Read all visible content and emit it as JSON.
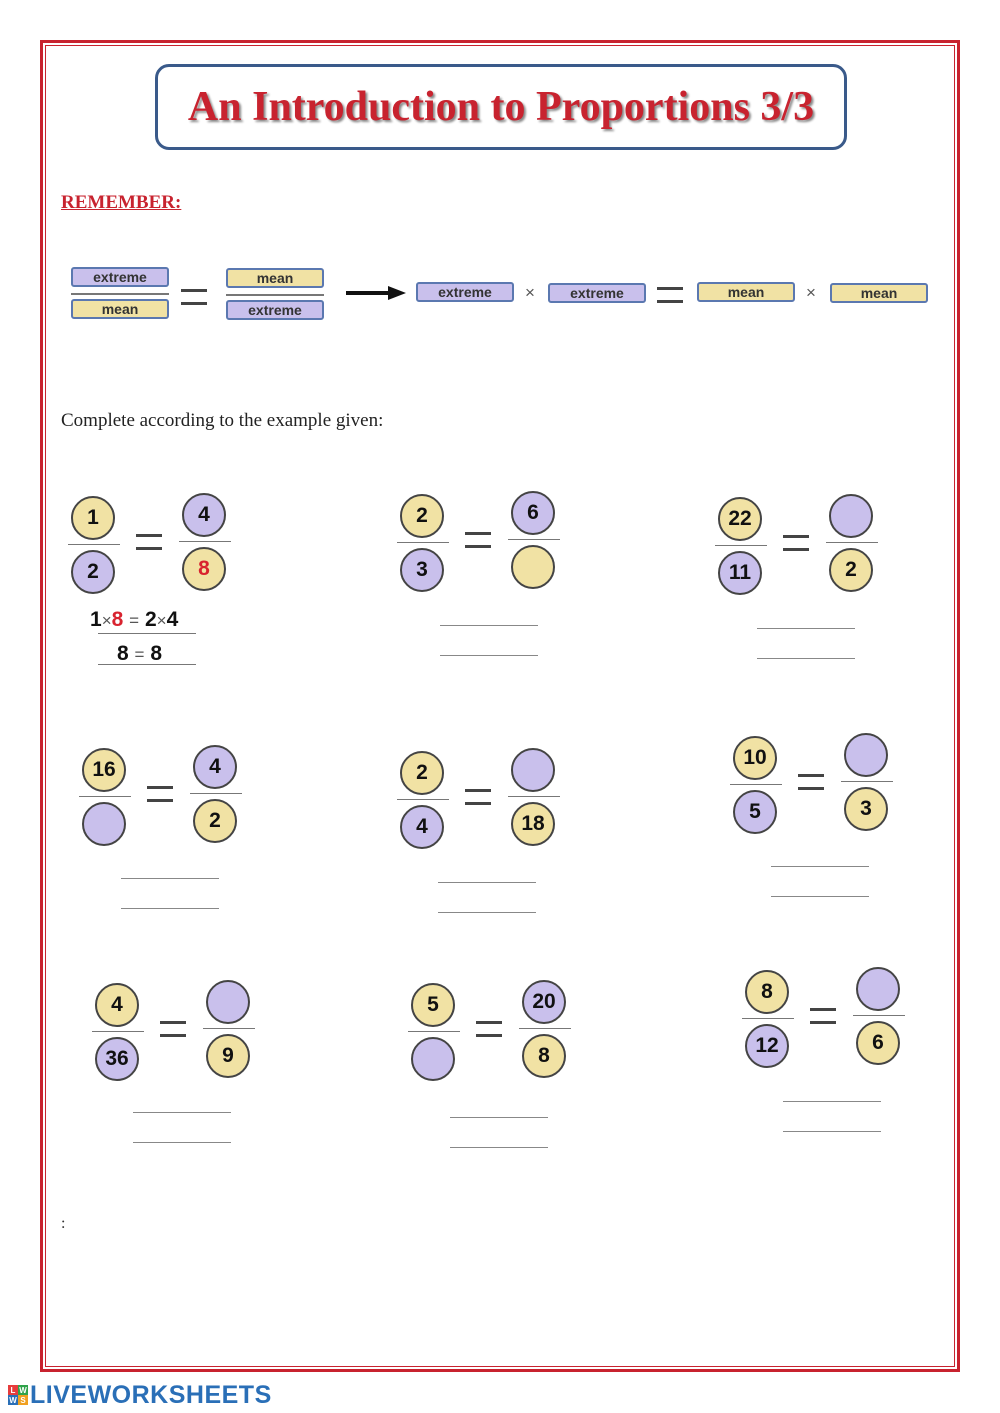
{
  "title": "An Introduction to Proportions 3/3",
  "remember_label": "REMEMBER:",
  "rule": {
    "extreme": "extreme",
    "mean": "mean",
    "times": "×"
  },
  "instruction": "Complete according to the example given:",
  "example": {
    "a": "1",
    "b": "2",
    "c": "4",
    "d": "8",
    "work1": {
      "left": "1",
      "times": "×",
      "answer": "8",
      "eq": "=",
      "right_a": "2",
      "right_b": "4"
    },
    "work2": {
      "left": "8",
      "eq": "=",
      "right": "8"
    }
  },
  "problems": [
    {
      "a": "2",
      "b": "3",
      "c": "6",
      "d": ""
    },
    {
      "a": "22",
      "b": "11",
      "c": "",
      "d": "2"
    },
    {
      "a": "16",
      "b": "",
      "c": "4",
      "d": "2"
    },
    {
      "a": "2",
      "b": "4",
      "c": "",
      "d": "18"
    },
    {
      "a": "10",
      "b": "5",
      "c": "",
      "d": "3"
    },
    {
      "a": "4",
      "b": "36",
      "c": "",
      "d": "9"
    },
    {
      "a": "5",
      "b": "",
      "c": "20",
      "d": "8"
    },
    {
      "a": "8",
      "b": "12",
      "c": "",
      "d": "6"
    }
  ],
  "footer_colon": ":",
  "brand": {
    "name": "LIVEWORKSHEETS",
    "icon_letters": [
      "L",
      "W",
      "W",
      "S"
    ]
  },
  "colors": {
    "red": "#c8232f",
    "extreme_fill": "#c9c0ec",
    "mean_fill": "#f1e2a4",
    "brand": "#2a6fb7"
  }
}
